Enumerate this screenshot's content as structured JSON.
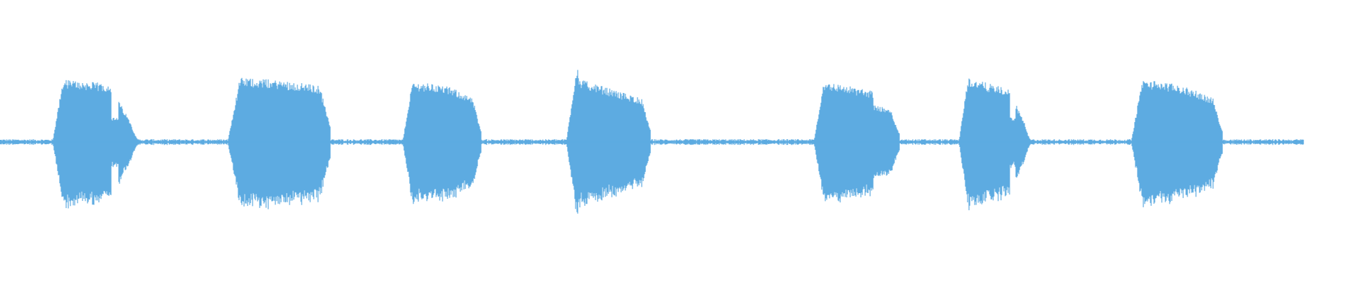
{
  "waveform": {
    "color": "#5dabe1",
    "background": "#ffffff",
    "bursts": [
      {
        "id": 1,
        "peak": 0.93
      },
      {
        "id": 2,
        "peak": 0.91
      },
      {
        "id": 3,
        "peak": 0.89
      },
      {
        "id": 4,
        "peak": 1.0
      },
      {
        "id": 5,
        "peak": 0.92
      },
      {
        "id": 6,
        "peak": 0.95
      },
      {
        "id": 7,
        "peak": 0.91
      }
    ]
  }
}
